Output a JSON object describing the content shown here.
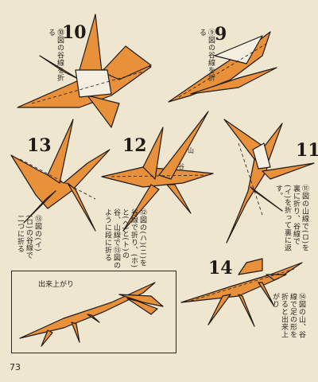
{
  "page_number": "73",
  "steps": {
    "s10": {
      "number": "10",
      "caption": "⓾図の谷線を折る"
    },
    "s9": {
      "number": "9",
      "caption": "⑨図の谷線を折る"
    },
    "s13": {
      "number": "13",
      "caption": "⑬図の(イ)(ロ)の谷線で二つに折る"
    },
    "s12": {
      "number": "12",
      "caption": "⑫図の(ハ)(ニ)を谷線で折り、(ホ)と(ヘ)と(ト)の谷、山線で⑬図のように段に折る"
    },
    "s11": {
      "number": "11",
      "caption": "⑪図の山線で(ロ)を裏に折り、谷線で(イ)を折って裏に返す。"
    },
    "s14": {
      "number": "14",
      "caption": "⑭図の山、谷線で足の形を折ると出来上がり"
    }
  },
  "finished": {
    "label": "出来上がり"
  },
  "fold_labels": {
    "mountain": "山",
    "valley": "谷"
  },
  "colors": {
    "paper": "#efe6cf",
    "orange": "#e8903a",
    "ink": "#1e1a16"
  }
}
